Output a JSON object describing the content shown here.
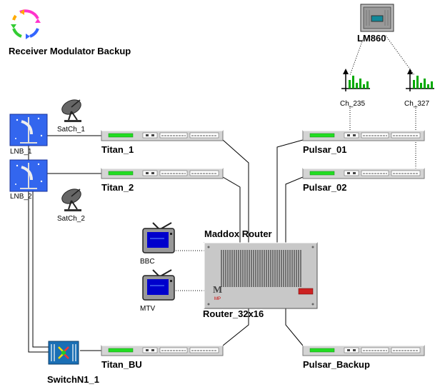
{
  "diagram": {
    "title": "Receiver Modulator Backup",
    "lnbs": [
      {
        "label": "LNB_1"
      },
      {
        "label": "LNB_2"
      }
    ],
    "dishes": [
      {
        "label": "SatCh_1"
      },
      {
        "label": "SatCh_2"
      }
    ],
    "switch": {
      "label": "SwitchN1_1"
    },
    "receivers": [
      {
        "label": "Titan_1"
      },
      {
        "label": "Titan_2"
      },
      {
        "label": "Titan_BU"
      }
    ],
    "modulators": [
      {
        "label": "Pulsar_01"
      },
      {
        "label": "Pulsar_02"
      },
      {
        "label": "Pulsar_Backup"
      }
    ],
    "router": {
      "caption": "Maddox Router",
      "label": "Router_32x16"
    },
    "tvs": [
      {
        "label": "BBC"
      },
      {
        "label": "MTV"
      }
    ],
    "analyzer": {
      "label": "LM860"
    },
    "channels": [
      {
        "label": "Ch_235"
      },
      {
        "label": "Ch_327"
      }
    ],
    "colors": {
      "device_body": "#d4d4d4",
      "led_green": "#22dd22",
      "link_line": "#000000",
      "sky_blue": "#3366ee",
      "tv_screen": "#0000cc",
      "spectrum_green": "#00aa00",
      "switch_body": "#1a6fb5",
      "router_body": "#c8c8c8",
      "cycle_colors": [
        "#ff33cc",
        "#3366ff",
        "#33cc33",
        "#ffaa00"
      ]
    }
  }
}
